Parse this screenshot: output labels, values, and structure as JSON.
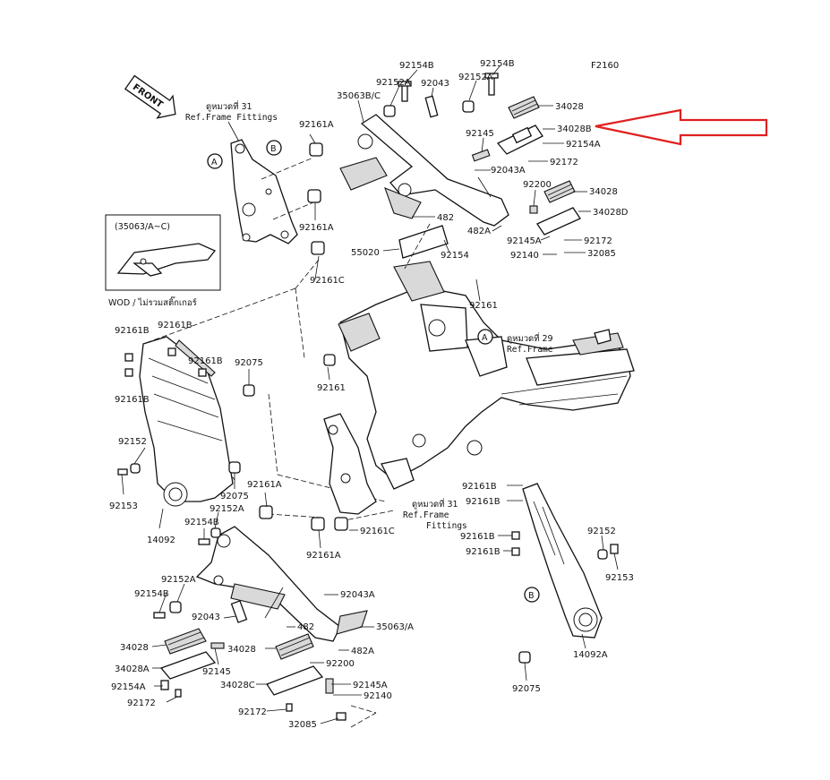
{
  "diagram_code": "F2160",
  "front_badge": "FRONT",
  "ref_notes": {
    "top_fittings": {
      "line1": "ดูหมวดที่ 31",
      "line2": "Ref.Frame Fittings"
    },
    "frame": {
      "line1": "ดูหมวดที่ 29",
      "line2": "Ref.Frame"
    },
    "lower_fittings": {
      "line1": "ดูหมวดที่ 31",
      "line2": "Ref.Frame",
      "line3": "Fittings"
    }
  },
  "inset": {
    "title": "(35063/A~C)",
    "caption": "WOD / ไม่รวมสติ๊กเกอร์"
  },
  "markers": {
    "a": "A",
    "b": "B"
  },
  "highlight_part": "34028B",
  "labels": {
    "p92154b_top": "92154B",
    "p92154b_top2": "92154B",
    "p92152a_top": "92152A",
    "p92043_top": "92043",
    "p92152a_top2": "92152A",
    "p35063bc": "35063B/C",
    "p34028_top": "34028",
    "p34028b_top": "34028B",
    "p92154a_top": "92154A",
    "p92161a_top": "92161A",
    "p92145_top": "92145",
    "p92172_top": "92172",
    "p92043a_top": "92043A",
    "p92200_top": "92200",
    "p34028_r": "34028",
    "p34028d": "34028D",
    "p482_top": "482",
    "p482a_top": "482A",
    "p92145a_top": "92145A",
    "p92172_r": "92172",
    "p92140_top": "92140",
    "p32085_top": "32085",
    "p92161a_mid": "92161A",
    "p55020": "55020",
    "p92154_mid": "92154",
    "p92161c_top": "92161C",
    "p92161_r": "92161",
    "p92161b_1": "92161B",
    "p92161b_2": "92161B",
    "p92161b_3": "92161B",
    "p92161b_4": "92161B",
    "p92075_l": "92075",
    "p92161_mid": "92161",
    "p92152_l": "92152",
    "p92153_l": "92153",
    "p92075_l2": "92075",
    "p14092": "14092",
    "p92161a_l": "92161A",
    "p92152a_l": "92152A",
    "p92154b_l": "92154B",
    "p92161a_l2": "92161A",
    "p92161c_l": "92161C",
    "p92043a_l": "92043A",
    "p92152a_l2": "92152A",
    "p92154b_l2": "92154B",
    "p92043_l": "92043",
    "p482_l": "482",
    "p35063a": "35063/A",
    "p34028_l": "34028",
    "p34028_l2": "34028",
    "p482a_l": "482A",
    "p34028a": "34028A",
    "p92145_l": "92145",
    "p92200_l": "92200",
    "p92154a_l": "92154A",
    "p34028c": "34028C",
    "p92145a_l": "92145A",
    "p92172_l": "92172",
    "p92140_l": "92140",
    "p92172_l2": "92172",
    "p32085_l": "32085",
    "p92161b_r1": "92161B",
    "p92161b_r2": "92161B",
    "p92161b_r3": "92161B",
    "p92161b_r4": "92161B",
    "p92152_r": "92152",
    "p92153_r": "92153",
    "p14092a": "14092A",
    "p92075_r": "92075"
  },
  "colors": {
    "highlight_arrow": "#e02020",
    "line": "#111111",
    "shade": "#d9d9d9"
  }
}
